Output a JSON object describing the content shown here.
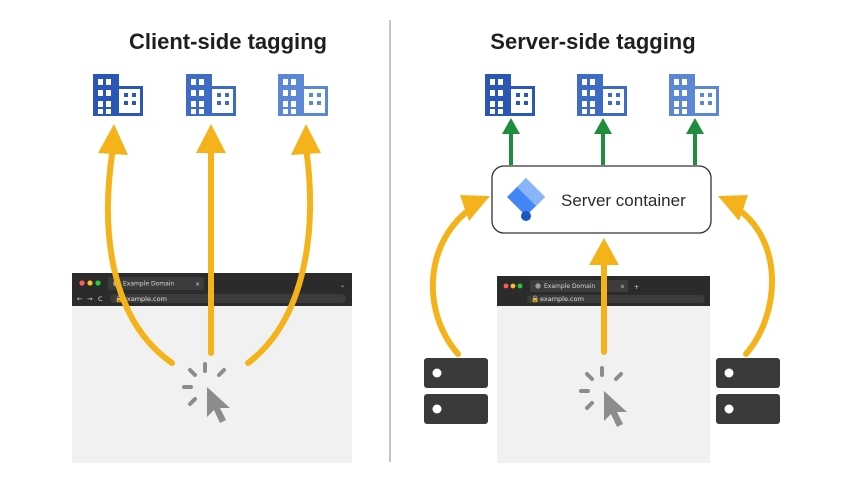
{
  "left": {
    "title": "Client-side tagging"
  },
  "right": {
    "title": "Server-side tagging",
    "container_label": "Server container"
  },
  "browser": {
    "tab_label": "Example Domain",
    "url": "example.com",
    "tab_close": "×",
    "new_tab": "+",
    "menu_chevron": "⌄",
    "nav_back": "←",
    "nav_forward": "→",
    "nav_reload": "C"
  },
  "colors": {
    "arrow_yellow": "#f5b31b",
    "arrow_green": "#1e8e3e",
    "building_dark": "#2a56b8",
    "building_mid": "#3d6bc6",
    "building_light": "#5b87d6",
    "browser_chrome": "#2b2b2b",
    "page_bg": "#f1f1f1",
    "server_dark": "#3a3a3a",
    "divider": "#9e9e9e"
  },
  "icons": [
    "building-icon",
    "pointer-cursor-icon",
    "server-icon",
    "tag-manager-logo-icon"
  ]
}
